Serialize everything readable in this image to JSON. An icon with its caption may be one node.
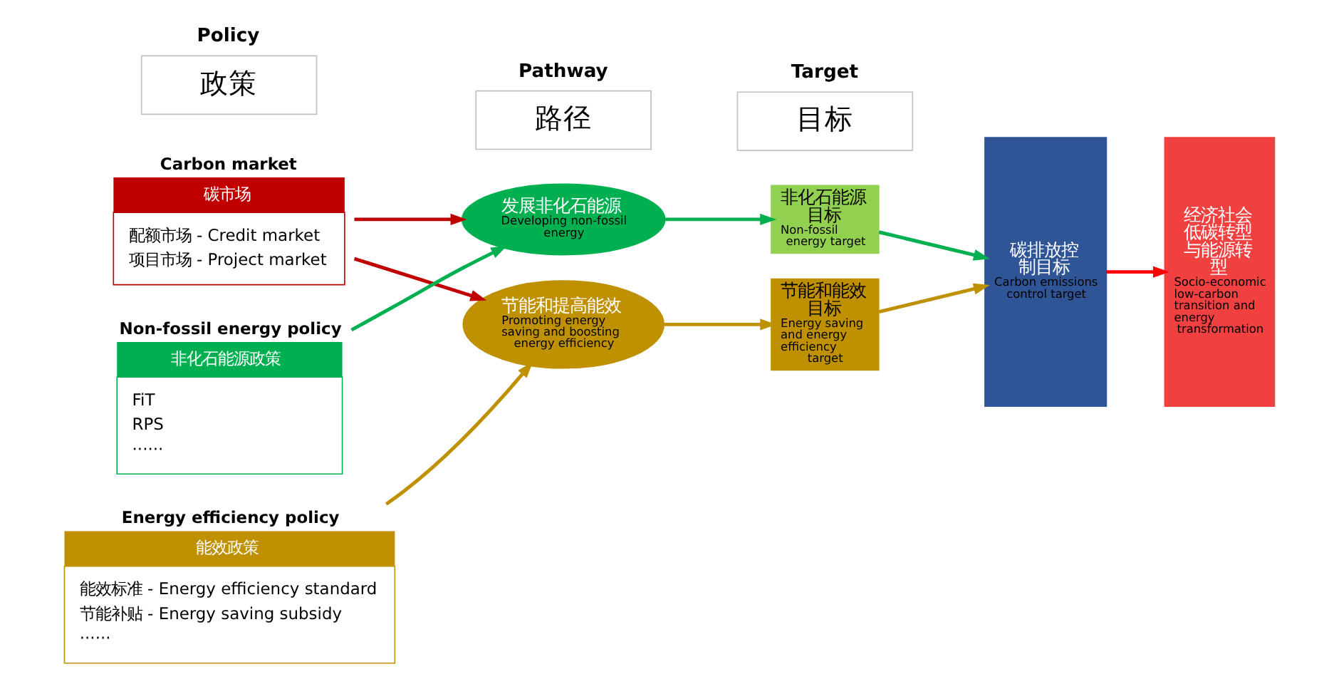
{
  "diagram": {
    "nodes": [
      {
        "text": [
          "Policy",
          "政策"
        ]
      },
      {
        "text": [
          "Pathway",
          "路径"
        ]
      },
      {
        "text": [
          "Target",
          "目标"
        ]
      },
      {
        "text": [
          "Carbon market",
          "碳市场",
          "配额市场 - Credit market",
          "项目市场 - Project market"
        ]
      },
      {
        "text": [
          "Non-fossil energy policy",
          "非化石能源政策",
          "FiT",
          "RPS",
          "······"
        ]
      },
      {
        "text": [
          "Energy efficiency policy",
          "能效政策",
          "能效标准 - Energy efficiency standard",
          "节能补贴 - Energy saving subsidy",
          "······"
        ]
      },
      {
        "text": [
          "发展非化石能源",
          "Developing non-fossil energy"
        ]
      },
      {
        "text": [
          "节能和提高能效",
          "Promoting energy saving and boosting energy efficiency"
        ]
      },
      {
        "text": [
          "非化石能源目标",
          "Non-fossil energy target"
        ]
      },
      {
        "text": [
          "节能和能效目标",
          "Energy saving and energy efficiency target"
        ]
      },
      {
        "text": [
          "碳排放控制目标",
          "Carbon emissions control target"
        ]
      },
      {
        "text": [
          "经济社会低碳转型与能源转型",
          "Socio-economic low-carbon transition and energy transformation"
        ]
      }
    ],
    "edges": [
      {
        "from": 3,
        "to": 6,
        "arrow": "to",
        "color": "#c00000"
      },
      {
        "from": 3,
        "to": 7,
        "arrow": "to",
        "color": "#c00000"
      },
      {
        "from": 4,
        "to": 6,
        "arrow": "to",
        "color": "#00b050"
      },
      {
        "from": 5,
        "to": 7,
        "arrow": "to",
        "color": "#bf9000"
      },
      {
        "from": 6,
        "to": 8,
        "arrow": "to",
        "color": "#00b050"
      },
      {
        "from": 7,
        "to": 9,
        "arrow": "to",
        "color": "#bf9000"
      },
      {
        "from": 8,
        "to": 10,
        "arrow": "to",
        "color": "#00b050"
      },
      {
        "from": 9,
        "to": 10,
        "arrow": "to",
        "color": "#bf9000"
      },
      {
        "from": 10,
        "to": 11,
        "arrow": "to",
        "color": "#ff0000"
      }
    ]
  }
}
